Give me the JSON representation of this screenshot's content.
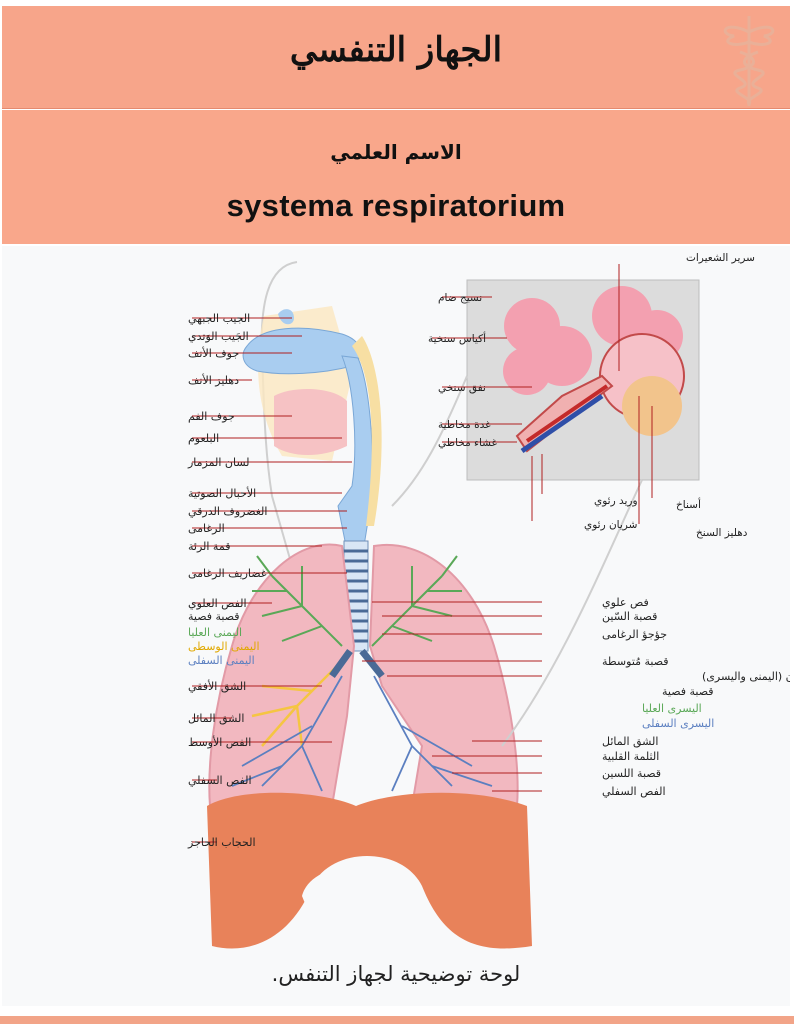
{
  "infobox": {
    "title": "الجهاز التنفسي",
    "scientific_name_label": "الاسم العلمي",
    "scientific_name": "systema respiratorium",
    "caption": "لوحة توضيحية لجهاز التنفس."
  },
  "diagram": {
    "left_labels": [
      "الجيب الجبهي",
      "الجَيب الوَتدي",
      "جوف الأنف",
      "دهليز الأنف",
      "جوف الفم",
      "البلعوم",
      "لسان المزمار",
      "الأحبال الصوتية",
      "الغضروف الدرقي",
      "الرغامى",
      "قمة الرئة",
      "غضاريف الرغامى",
      "الفص العلوي",
      "قصبة فصية",
      "اليمنى العليا",
      "اليمنى الوسطى",
      "اليمنى السفلى",
      "الشق الأفقي",
      "الشق المائل",
      "الفص الأوسط",
      "الفص السفلي",
      "الحجاب الحاجز"
    ],
    "right_labels": [
      "فص علوي",
      "قصبة السّين",
      "جؤجؤ الرغامى",
      "قصبة مُتوسطة",
      "القصبتان الرئيسيتان (اليمنى واليسرى)",
      "قصبة فصية",
      "اليسرى العليا",
      "اليسرى السفلى",
      "الشق المائل",
      "الثلمة القلبية",
      "قصبة اللسين",
      "الفص السفلي"
    ],
    "inset_labels": [
      "سرير الشعيرات",
      "نسيج ضام",
      "أكياس سنخية",
      "نفق سنخي",
      "غدة مخاطية",
      "غشاء مخاطي",
      "وريد رئوي",
      "شريان رئوي",
      "أسناخ",
      "دهليز السنخ"
    ]
  },
  "colors": {
    "header_bg": "#f7a58a",
    "sci_bg": "#f9a78b",
    "lung": "#f2b8c0",
    "diaphragm": "#e8825a",
    "bronchi_green": "#5aa857",
    "bronchi_yellow": "#f5c542",
    "bronchi_blue": "#5b7fc0",
    "label_line": "#b02020"
  }
}
